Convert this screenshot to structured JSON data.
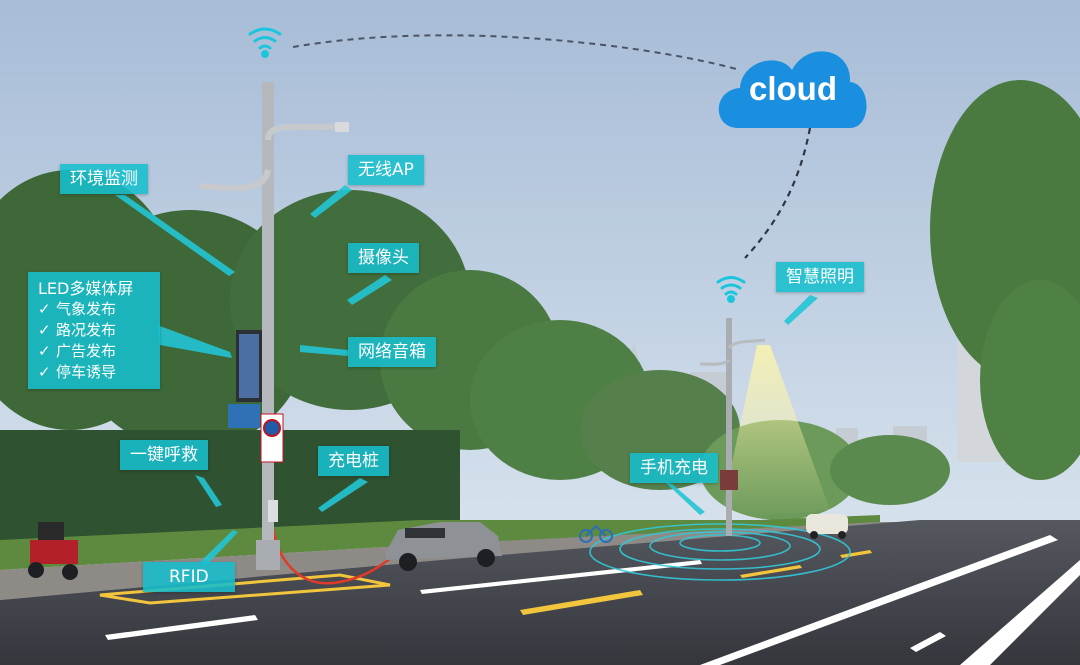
{
  "cloud": {
    "text": "cloud"
  },
  "labels": {
    "env_monitor": "环境监测",
    "wireless_ap": "无线AP",
    "camera": "摄像头",
    "network_speaker": "网络音箱",
    "smart_lighting": "智慧照明",
    "emergency_call": "一键呼救",
    "charging_pile": "充电桩",
    "phone_charging": "手机充电",
    "rfid": "RFID"
  },
  "led_screen": {
    "title": "LED多媒体屏",
    "items": [
      "气象发布",
      "路况发布",
      "广告发布",
      "停车诱导"
    ],
    "check_mark": "✓"
  },
  "colors": {
    "label_bg": "#17becd",
    "cloud": "#1a8fe0",
    "sky_top": "#a9bfd9",
    "sky_bottom": "#dfe9f1",
    "road": "#3b3d44",
    "tree": "#3f6b3a"
  }
}
